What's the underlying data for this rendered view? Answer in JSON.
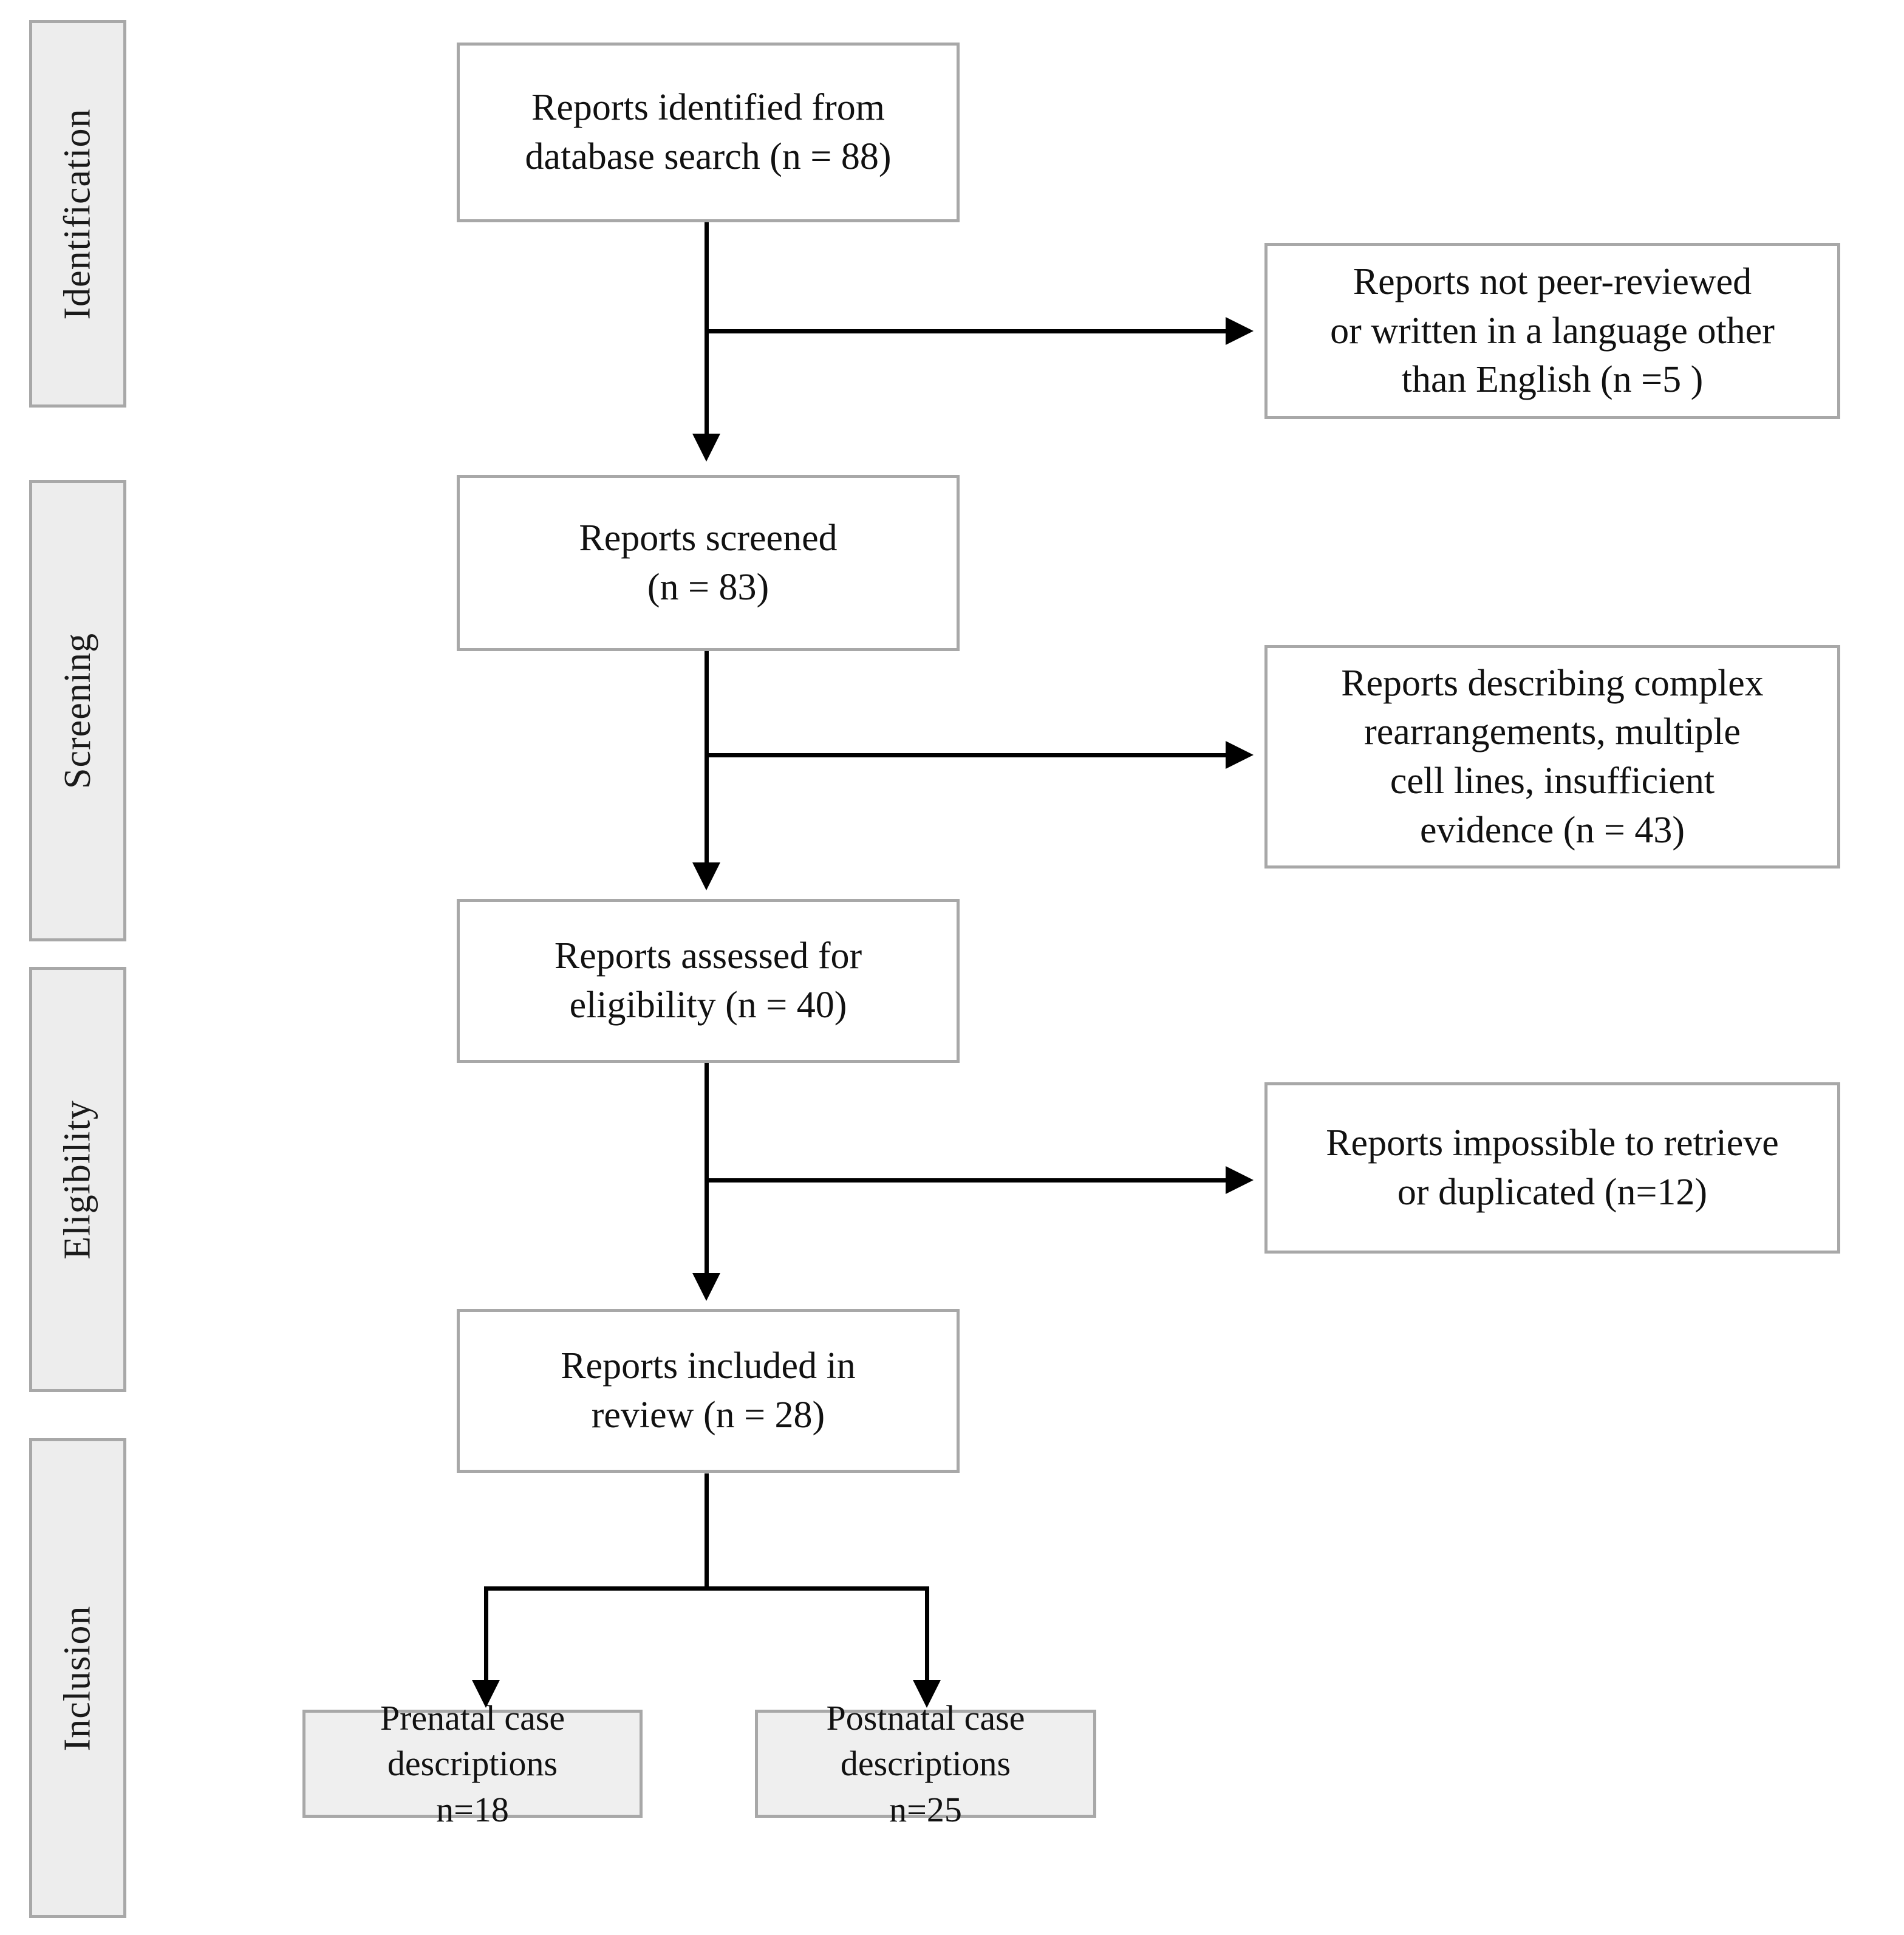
{
  "diagram": {
    "title": "PRISMA flow diagram",
    "phases": [
      {
        "id": "identification",
        "label": "Identification"
      },
      {
        "id": "screening",
        "label": "Screening"
      },
      {
        "id": "eligibility",
        "label": "Eligibility"
      },
      {
        "id": "inclusion",
        "label": "Inclusion"
      }
    ],
    "flow_boxes": [
      {
        "id": "identified",
        "lines": [
          "Reports identified from",
          "database search (n = 88)"
        ]
      },
      {
        "id": "screened",
        "lines": [
          "Reports screened",
          "(n = 83)"
        ]
      },
      {
        "id": "assessed",
        "lines": [
          "Reports assessed for",
          "eligibility (n = 40)"
        ]
      },
      {
        "id": "included",
        "lines": [
          "Reports included in",
          "review (n = 28)"
        ]
      }
    ],
    "exclusion_boxes": [
      {
        "id": "not-peer-reviewed",
        "lines": [
          "Reports not peer-reviewed",
          "or written in a language other",
          "than  English  (n =5 )"
        ]
      },
      {
        "id": "complex-rearrangements",
        "lines": [
          "Reports describing complex",
          "rearrangements, multiple",
          "cell lines, insufficient",
          "evidence (n = 43)"
        ]
      },
      {
        "id": "impossible-retrieve",
        "lines": [
          "Reports impossible to retrieve",
          "or duplicated (n=12)"
        ]
      }
    ],
    "outcome_boxes": [
      {
        "id": "prenatal",
        "lines": [
          "Prenatal case",
          "descriptions",
          "n=18"
        ]
      },
      {
        "id": "postnatal",
        "lines": [
          "Postnatal case",
          "descriptions",
          "n=25"
        ]
      }
    ],
    "counts": {
      "identified": 88,
      "excluded_not_peer_reviewed": 5,
      "screened": 83,
      "excluded_complex": 43,
      "assessed": 40,
      "excluded_unretrievable": 12,
      "included": 28,
      "prenatal_cases": 18,
      "postnatal_cases": 25
    },
    "colors": {
      "box_border": "#a8a8a8",
      "phase_fill": "#ededed",
      "outcome_fill": "#efefef",
      "connector": "#000000",
      "box_fill": "#ffffff",
      "text": "#111111"
    }
  }
}
